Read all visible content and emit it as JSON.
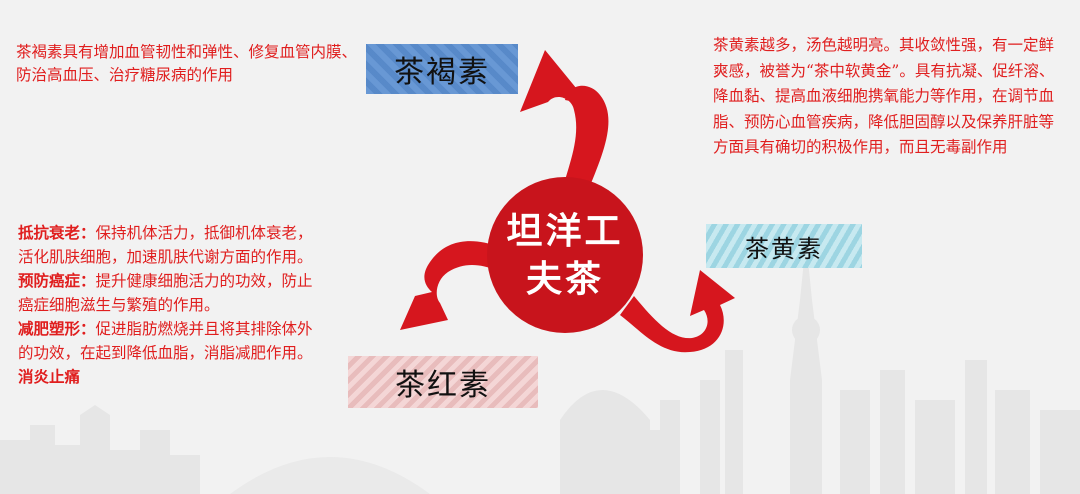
{
  "center": {
    "line1": "坦洋工",
    "line2": "夫茶"
  },
  "labels": {
    "brown": "茶褐素",
    "yellow": "茶黄素",
    "red": "茶红素"
  },
  "texts": {
    "brown": "茶褐素具有增加血管韧性和弹性、修复血管内膜、防治高血压、治疗糖尿病的作用",
    "yellow": "茶黄素越多，汤色越明亮。其收敛性强，有一定鲜爽感，被誉为“茶中软黄金”。具有抗凝、促纤溶、降血黏、提高血液细胞携氧能力等作用，在调节血脂、预防心血管疾病，降低胆固醇以及保养肝脏等方面具有确切的积极作用，而且无毒副作用",
    "red": [
      {
        "title": "抵抗衰老：",
        "body": "保持机体活力，抵御机体衰老，活化肌肤细胞，加速肌肤代谢方面的作用。"
      },
      {
        "title": "预防癌症：",
        "body": "提升健康细胞活力的功效，防止癌症细胞滋生与繁殖的作用。"
      },
      {
        "title": "减肥塑形：",
        "body": "促进脂肪燃烧并且将其排除体外的功效，在起到降低血脂，消脂减肥作用。"
      },
      {
        "title": "消炎止痛",
        "body": ""
      }
    ]
  },
  "colors": {
    "red": "#c8141c",
    "text": "#e01e1e",
    "blue": "#5b8fd1",
    "cyan": "#a9dde8",
    "pink": "#f0c8c8"
  }
}
